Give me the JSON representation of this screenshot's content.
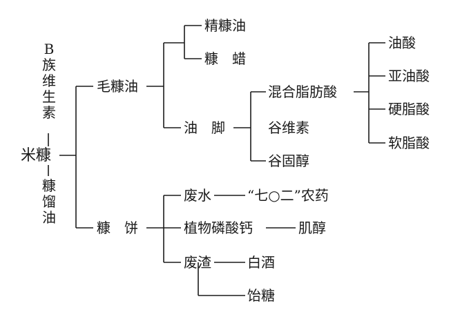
{
  "diagram": {
    "root": "米糠",
    "top_branch": "B族维生素",
    "bottom_branch": "糠馏油",
    "crude_oil": "毛糠油",
    "refined_oil": "精糠油",
    "bran_wax": "糠　蜡",
    "oil_foot": "油　脚",
    "mixed_fatty_acid": "混合脂肪酸",
    "oryzanol": "谷维素",
    "sterol": "谷固醇",
    "oleic_acid": "油酸",
    "linoleic_acid": "亚油酸",
    "stearic_acid": "硬脂酸",
    "palmitic_acid": "软脂酸",
    "bran_cake": "糠　饼",
    "waste_water": "废水",
    "pesticide": "“七○二”农药",
    "phytin": "植物磷酸钙",
    "inositol": "肌醇",
    "residue": "废渣",
    "liquor": "白酒",
    "maltose": "饴糖"
  }
}
